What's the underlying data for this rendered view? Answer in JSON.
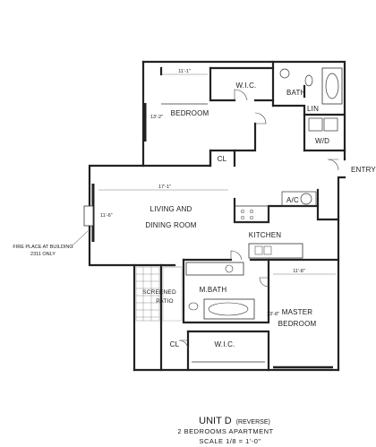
{
  "rooms": {
    "wic_top": "W.I.C.",
    "bath": "BATH",
    "lin": "LIN",
    "bedroom": "BEDROOM",
    "wd": "W/D",
    "cl_top": "CL",
    "entry": "ENTRY",
    "living_1": "LIVING AND",
    "living_2": "DINING ROOM",
    "ac": "A/C",
    "kitchen": "KITCHEN",
    "screened_1": "SCREENED",
    "screened_2": "PATIO",
    "mbath": "M.BATH",
    "master_1": "MASTER",
    "master_2": "BEDROOM",
    "cl_bottom": "CL",
    "wic_bottom": "W.I.C."
  },
  "dimensions": {
    "bedroom_width": "11'-1\"",
    "bedroom_depth": "13'-2\"",
    "living_width": "17'-1\"",
    "living_depth": "11'-6\"",
    "master_width": "11'-8\"",
    "master_depth": "13'-8\""
  },
  "notes": {
    "fireplace_1": "FIRE PLACE AT BUILDING",
    "fireplace_2": "2311 ONLY"
  },
  "caption": {
    "unit": "UNIT D",
    "unit_suffix": "(REVERSE)",
    "description": "2 BEDROOMS APARTMENT",
    "scale": "SCALE 1/8 = 1'-0\""
  }
}
